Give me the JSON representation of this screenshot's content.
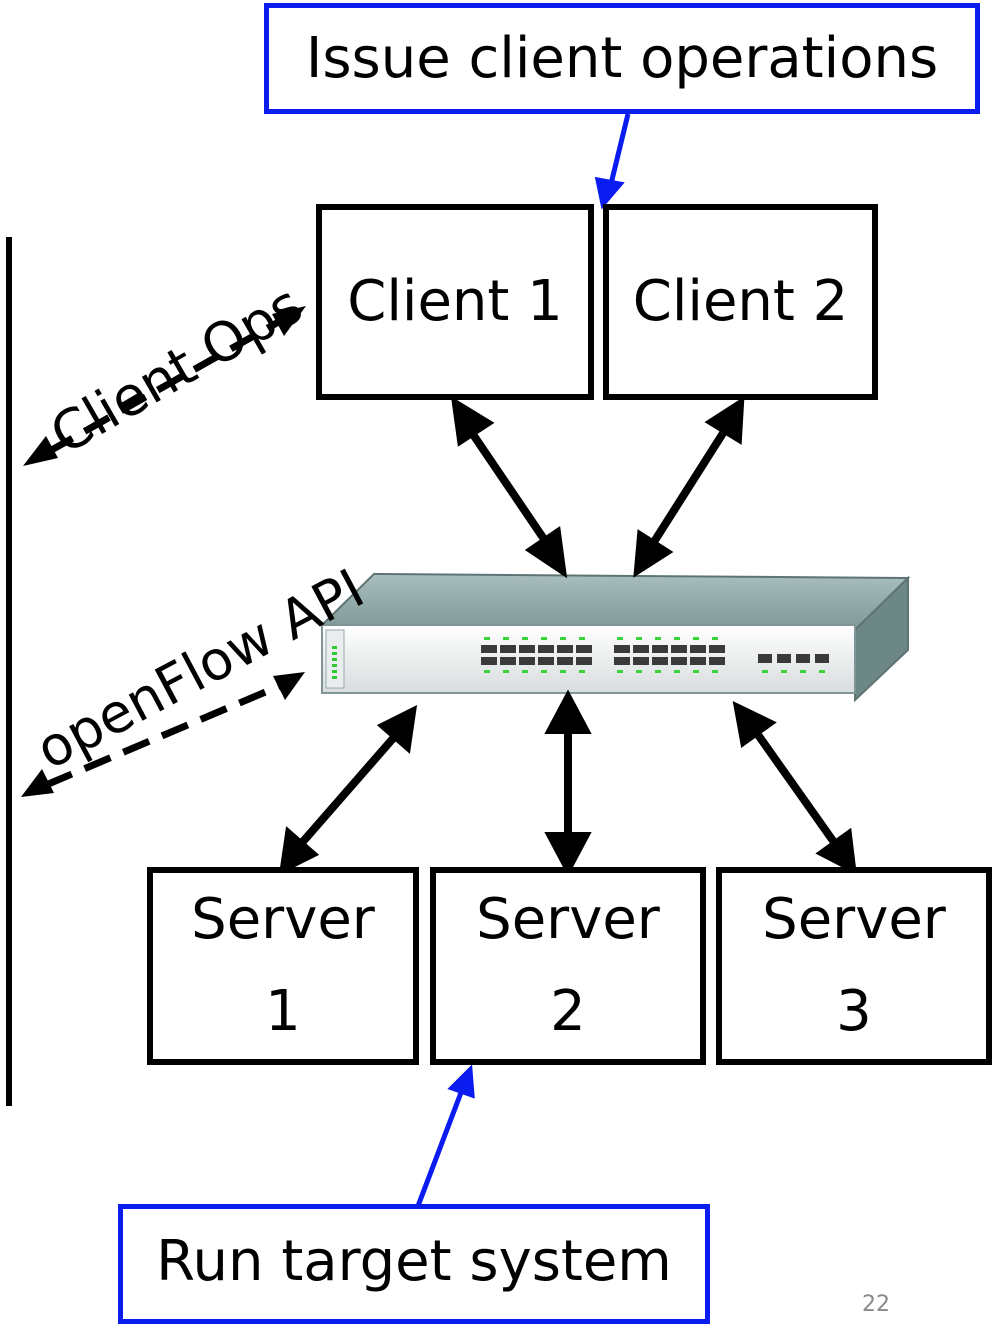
{
  "annotations": {
    "top": "Issue client operations",
    "bottom": "Run target system"
  },
  "clients": [
    "Client 1",
    "Client 2"
  ],
  "servers": [
    {
      "line1": "Server",
      "line2": "1"
    },
    {
      "line1": "Server",
      "line2": "2"
    },
    {
      "line1": "Server",
      "line2": "3"
    }
  ],
  "edge_labels": {
    "client_ops": "Client Ops",
    "openflow": "openFlow API"
  },
  "page_number": "22",
  "colors": {
    "callout_border": "#0a1cf0",
    "box_border": "#000000",
    "switch_body": "#8fa6a6"
  }
}
